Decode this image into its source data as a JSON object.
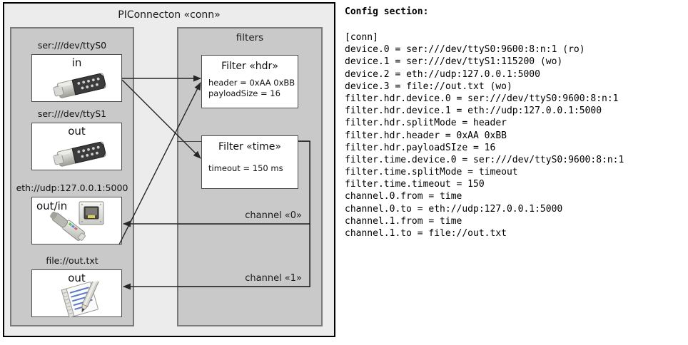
{
  "diagram": {
    "outer_title": "PIConnecton «conn»",
    "devices_panel": {
      "name": "devices",
      "items": [
        {
          "caption": "ser:///dev/ttyS0",
          "direction": "in",
          "icon": "serial-db9-icon",
          "layout": "center"
        },
        {
          "caption": "ser:///dev/ttyS1",
          "direction": "out",
          "icon": "serial-db9-icon",
          "layout": "center"
        },
        {
          "caption": "eth://udp:127.0.0.1:5000",
          "direction": "out/in",
          "icon": "ethernet-rj45-icon",
          "layout": "left"
        },
        {
          "caption": "file://out.txt",
          "direction": "out",
          "icon": "text-file-pencil-icon",
          "layout": "center"
        }
      ]
    },
    "filters_panel": {
      "title": "filters",
      "filters": [
        {
          "title": "Filter «hdr»",
          "attrs": [
            "header = 0xAA 0xBB",
            "payloadSize = 16"
          ]
        },
        {
          "title": "Filter «time»",
          "attrs": [
            "timeout = 150 ms"
          ]
        }
      ],
      "channels": [
        {
          "label": "channel «0»"
        },
        {
          "label": "channel «1»"
        }
      ]
    },
    "colors": {
      "outer_fill": "#ececec",
      "outer_border": "#000000",
      "panel_fill": "#c9c9c9",
      "panel_border": "#7a7a7a",
      "card_fill": "#ffffff",
      "card_border": "#4d4d4d",
      "arrow": "#262626"
    }
  },
  "config": {
    "heading": "Config section:",
    "lines": [
      "[conn]",
      "device.0 = ser:///dev/ttyS0:9600:8:n:1 (ro)",
      "device.1 = ser:///dev/ttyS1:115200 (wo)",
      "device.2 = eth://udp:127.0.0.1:5000",
      "device.3 = file://out.txt (wo)",
      "filter.hdr.device.0 = ser:///dev/ttyS0:9600:8:n:1",
      "filter.hdr.device.1 = eth://udp:127.0.0.1:5000",
      "filter.hdr.splitMode = header",
      "filter.hdr.header = 0xAA 0xBB",
      "filter.hdr.payloadSIze = 16",
      "filter.time.device.0 = ser:///dev/ttyS0:9600:8:n:1",
      "filter.time.splitMode = timeout",
      "filter.time.timeout = 150",
      "channel.0.from = time",
      "channel.0.to = eth://udp:127.0.0.1:5000",
      "channel.1.from = time",
      "channel.1.to = file://out.txt"
    ]
  }
}
